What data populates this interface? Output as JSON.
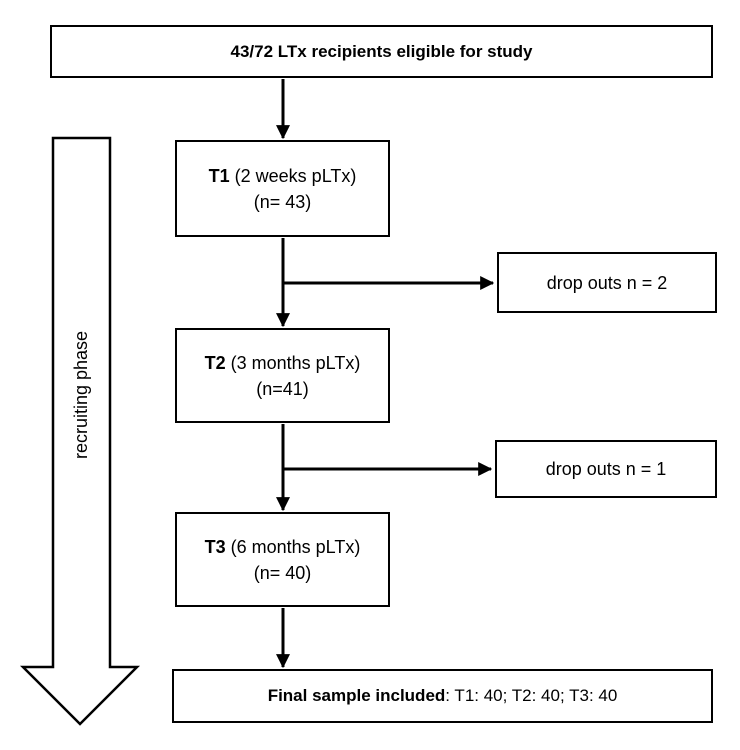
{
  "colors": {
    "line": "#000000",
    "background": "#ffffff",
    "text": "#000000"
  },
  "boxes": {
    "eligible": {
      "text": "43/72 LTx recipients eligible for study"
    },
    "t1": {
      "label": "T1",
      "detail": " (2 weeks pLTx)",
      "n": "(n= 43)"
    },
    "dropout1": {
      "text": "drop outs n = 2"
    },
    "t2": {
      "label": "T2",
      "detail": " (3 months pLTx)",
      "n": "(n=41)"
    },
    "dropout2": {
      "text": "drop outs n = 1"
    },
    "t3": {
      "label": "T3",
      "detail": " (6 months pLTx)",
      "n": "(n= 40)"
    },
    "final": {
      "label": "Final sample included",
      "detail": ": T1: 40; T2: 40; T3: 40"
    }
  },
  "side_arrow": {
    "text": "recruiting phase"
  }
}
